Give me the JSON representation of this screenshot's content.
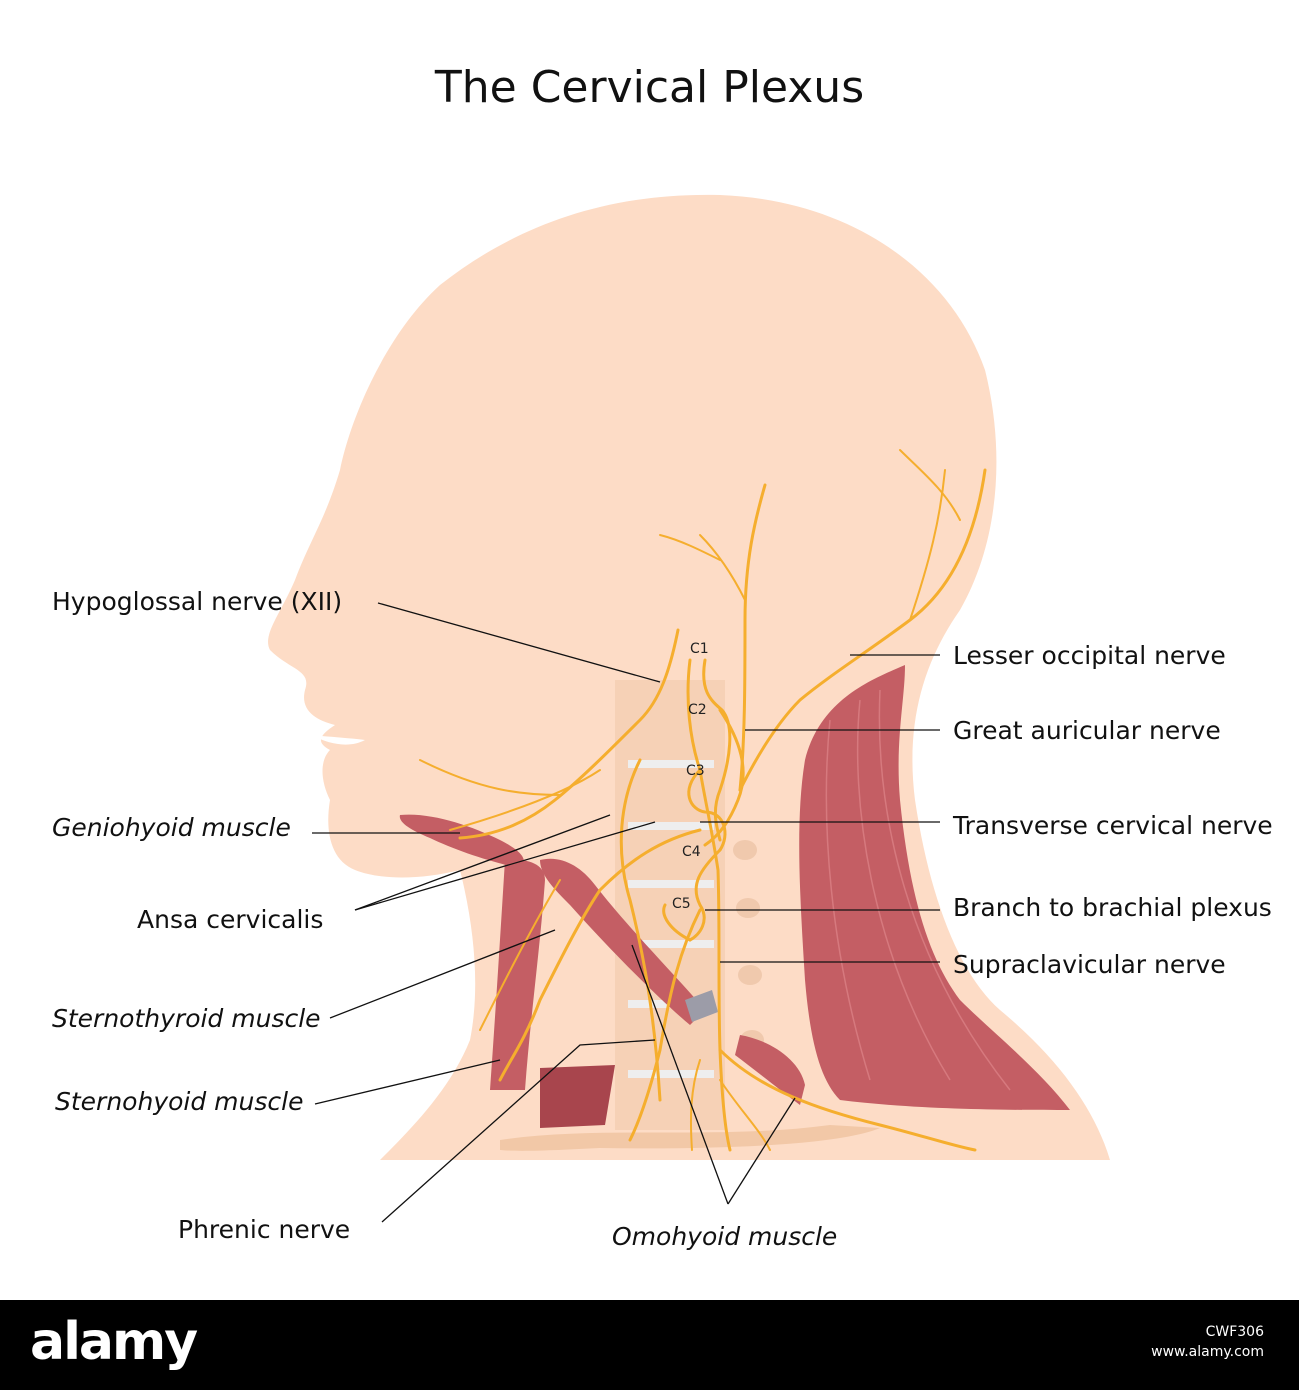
{
  "title": "The Cervical Plexus",
  "segments": [
    "C1",
    "C2",
    "C3",
    "C4",
    "C5"
  ],
  "labels": {
    "hypoglossal": "Hypoglossal nerve (XII)",
    "lesser_occipital": "Lesser occipital nerve",
    "great_auricular": "Great auricular nerve",
    "geniohyoid": "Geniohyoid muscle",
    "transverse_cervical": "Transverse cervical nerve",
    "branch_brachial": "Branch to brachial plexus",
    "ansa": "Ansa cervicalis",
    "supraclavicular": "Supraclavicular nerve",
    "sternothyroid": "Sternothyroid muscle",
    "sternohyoid": "Sternohyoid muscle",
    "phrenic": "Phrenic nerve",
    "omohyoid": "Omohyoid muscle"
  },
  "footer": {
    "logo": "alamy",
    "image_id": "CWF306",
    "site": "www.alamy.com"
  },
  "colors": {
    "skin": "#fddcc6",
    "nerve": "#f5ae2e",
    "muscle": "#c45e64",
    "footer": "#000000"
  }
}
